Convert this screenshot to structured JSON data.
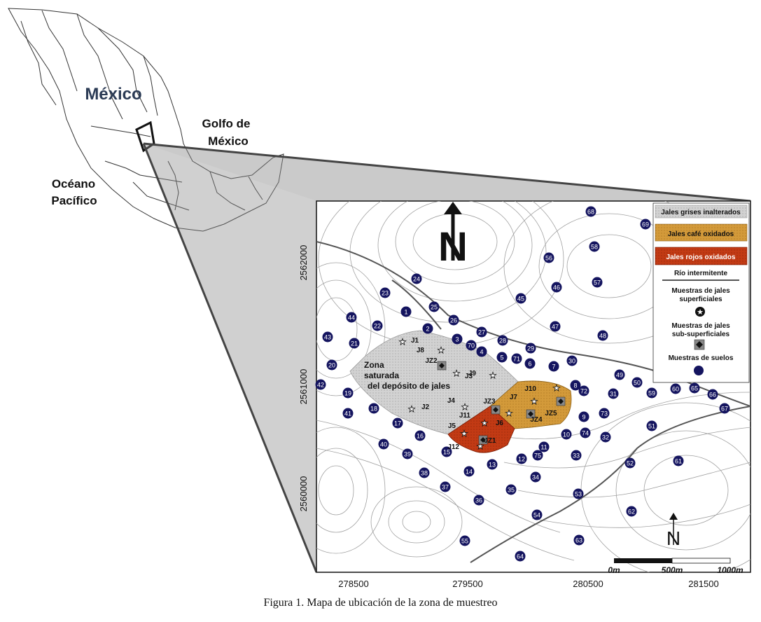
{
  "country_label": "México",
  "gulf_label": [
    "Golfo de",
    "México"
  ],
  "ocean_label": [
    "Océano",
    "Pacífico"
  ],
  "north_symbol": "N",
  "zone_label": [
    "Zona",
    "saturada",
    "del depósito de jales"
  ],
  "y_ticks": [
    "2562000",
    "2561000",
    "2560000"
  ],
  "x_ticks": [
    "278500",
    "279500",
    "280500",
    "281500"
  ],
  "scale_labels": [
    "0m",
    "500m",
    "1000m"
  ],
  "legend": {
    "grey": "Jales grises inalterados",
    "brown": "Jales café oxidados",
    "red": "Jales rojos oxidados",
    "river": "Río intermitente",
    "surface_samples": [
      "Muestras de jales",
      "superficiales"
    ],
    "subsurface_samples": [
      "Muestras de jales",
      "sub-superficiales"
    ],
    "soil_samples": "Muestras de suelos"
  },
  "colors": {
    "grey_tailings": "#cfcfcf",
    "brown_tailings": "#d39a3a",
    "red_tailings": "#c23a14",
    "soil_point": "#14145f",
    "river": "#555555",
    "contour": "#9a9a9a"
  },
  "tailing_surface": [
    "J1",
    "J2",
    "J3",
    "J4",
    "J5",
    "J6",
    "J7",
    "J8",
    "J9",
    "J10",
    "J11",
    "J12"
  ],
  "tailing_subsurface": [
    "JZ1",
    "JZ2",
    "JZ3",
    "JZ4",
    "JZ5"
  ],
  "soil_points": [
    "1",
    "2",
    "3",
    "4",
    "5",
    "6",
    "7",
    "8",
    "9",
    "10",
    "11",
    "12",
    "13",
    "14",
    "15",
    "16",
    "17",
    "18",
    "19",
    "20",
    "21",
    "22",
    "23",
    "24",
    "25",
    "26",
    "27",
    "28",
    "29",
    "30",
    "31",
    "32",
    "33",
    "34",
    "35",
    "36",
    "37",
    "38",
    "39",
    "40",
    "41",
    "42",
    "43",
    "44",
    "45",
    "46",
    "47",
    "48",
    "49",
    "50",
    "51",
    "52",
    "53",
    "54",
    "55",
    "56",
    "57",
    "58",
    "59",
    "60",
    "61",
    "62",
    "63",
    "64",
    "65",
    "66",
    "67",
    "68",
    "69",
    "70",
    "71",
    "72",
    "73",
    "74",
    "75"
  ],
  "caption": "Figura 1. Mapa de ubicación de la zona de muestreo"
}
